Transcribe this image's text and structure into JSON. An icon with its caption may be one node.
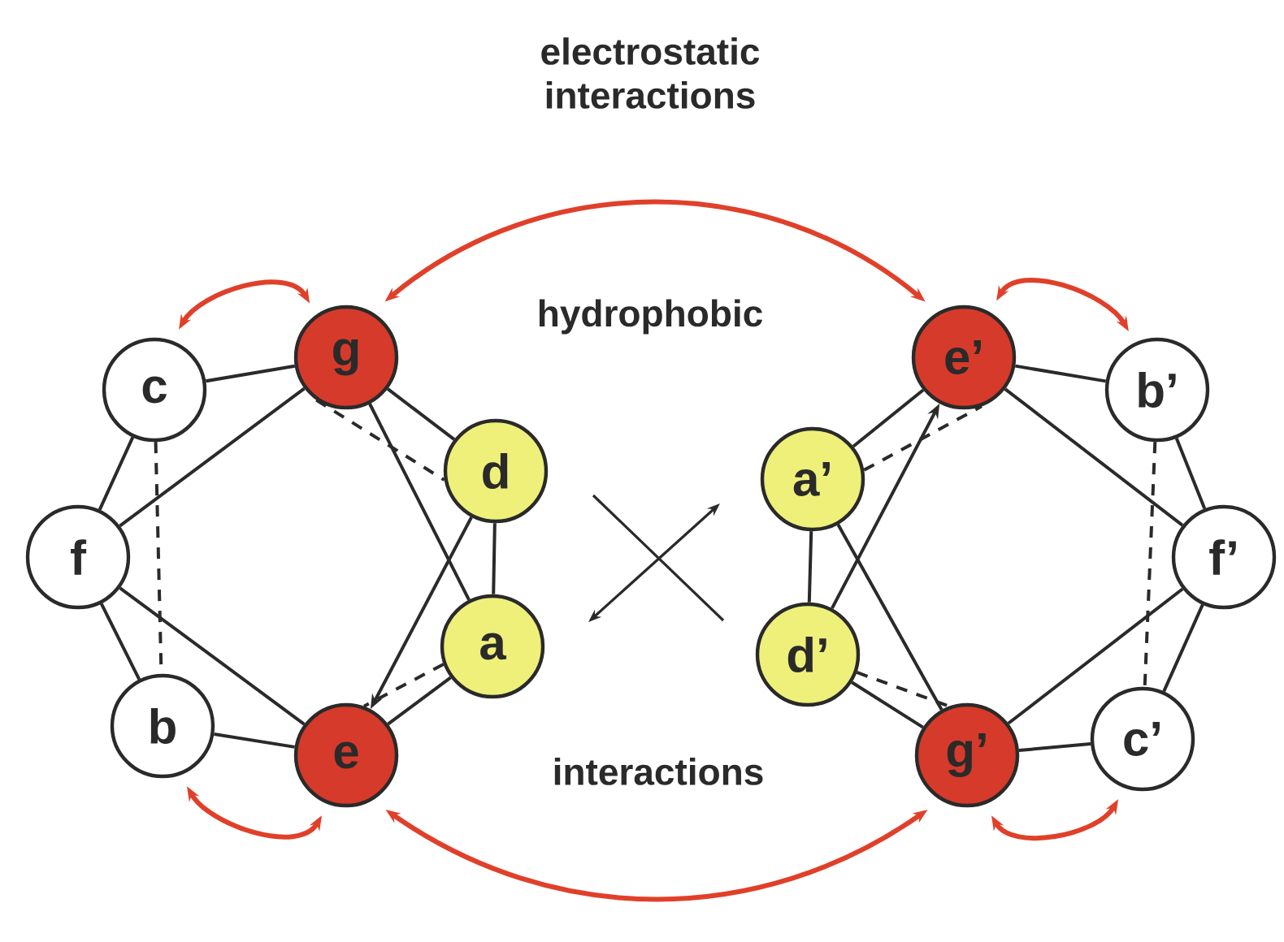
{
  "diagram": {
    "nodes": [
      {
        "text": [
          "g"
        ]
      },
      {
        "text": [
          "c"
        ]
      },
      {
        "text": [
          "d"
        ]
      },
      {
        "text": [
          "f"
        ]
      },
      {
        "text": [
          "a"
        ]
      },
      {
        "text": [
          "b"
        ]
      },
      {
        "text": [
          "e"
        ]
      },
      {
        "text": [
          "e’"
        ]
      },
      {
        "text": [
          "b’"
        ]
      },
      {
        "text": [
          "a’"
        ]
      },
      {
        "text": [
          "f’"
        ]
      },
      {
        "text": [
          "d’"
        ]
      },
      {
        "text": [
          "g’"
        ]
      },
      {
        "text": [
          "c’"
        ]
      }
    ],
    "edges": [
      {
        "from": 1,
        "to": 0,
        "arrow": "none"
      },
      {
        "from": 1,
        "to": 3,
        "arrow": "none"
      },
      {
        "from": 3,
        "to": 5,
        "arrow": "none"
      },
      {
        "from": 5,
        "to": 6,
        "arrow": "none"
      },
      {
        "from": 6,
        "to": 4,
        "arrow": "none"
      },
      {
        "from": 4,
        "to": 2,
        "arrow": "none"
      },
      {
        "from": 2,
        "to": 0,
        "arrow": "none"
      },
      {
        "from": 3,
        "to": 0,
        "arrow": "none"
      },
      {
        "from": 3,
        "to": 6,
        "arrow": "none"
      },
      {
        "from": 0,
        "to": 4,
        "arrow": "none"
      },
      {
        "from": 2,
        "to": 6,
        "arrow": "to"
      },
      {
        "from": 1,
        "to": 5,
        "arrow": "none",
        "style": "dashed"
      },
      {
        "from": 0,
        "to": 2,
        "arrow": "none",
        "style": "dashed"
      },
      {
        "from": 4,
        "to": 6,
        "arrow": "none",
        "style": "dashed"
      },
      {
        "from": 7,
        "to": 8,
        "arrow": "none"
      },
      {
        "from": 8,
        "to": 10,
        "arrow": "none"
      },
      {
        "from": 10,
        "to": 13,
        "arrow": "none"
      },
      {
        "from": 13,
        "to": 12,
        "arrow": "none"
      },
      {
        "from": 12,
        "to": 11,
        "arrow": "none"
      },
      {
        "from": 11,
        "to": 9,
        "arrow": "none"
      },
      {
        "from": 9,
        "to": 7,
        "arrow": "none"
      },
      {
        "from": 7,
        "to": 10,
        "arrow": "none"
      },
      {
        "from": 10,
        "to": 12,
        "arrow": "none"
      },
      {
        "from": 9,
        "to": 12,
        "arrow": "none"
      },
      {
        "from": 11,
        "to": 7,
        "arrow": "to"
      },
      {
        "from": 8,
        "to": 13,
        "arrow": "none",
        "style": "dashed"
      },
      {
        "from": 9,
        "to": 7,
        "arrow": "none",
        "style": "dashed"
      },
      {
        "from": 11,
        "to": 12,
        "arrow": "none",
        "style": "dashed"
      },
      {
        "from": 0,
        "to": 1,
        "arrow": "both",
        "color": "#e0402a"
      },
      {
        "from": 0,
        "to": 7,
        "arrow": "both",
        "color": "#e0402a"
      },
      {
        "from": 7,
        "to": 8,
        "arrow": "both",
        "color": "#e0402a"
      },
      {
        "from": 5,
        "to": 6,
        "arrow": "both",
        "color": "#e0402a"
      },
      {
        "from": 6,
        "to": 12,
        "arrow": "both",
        "color": "#e0402a"
      },
      {
        "from": 12,
        "to": 13,
        "arrow": "both",
        "color": "#e0402a"
      }
    ],
    "labels": [
      "electrostatic interactions",
      "hydrophobic",
      "interactions"
    ]
  }
}
